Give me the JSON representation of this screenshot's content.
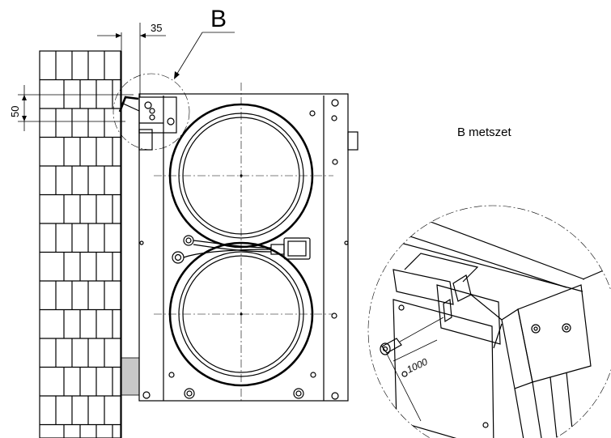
{
  "labels": {
    "detail_marker": "B",
    "section_title": "B metszet",
    "dim_horizontal": "35",
    "dim_vertical": "50",
    "fastener_length": "1000"
  },
  "colors": {
    "line": "#000000",
    "gray_fill": "#c8c8c8",
    "background": "#ffffff"
  }
}
